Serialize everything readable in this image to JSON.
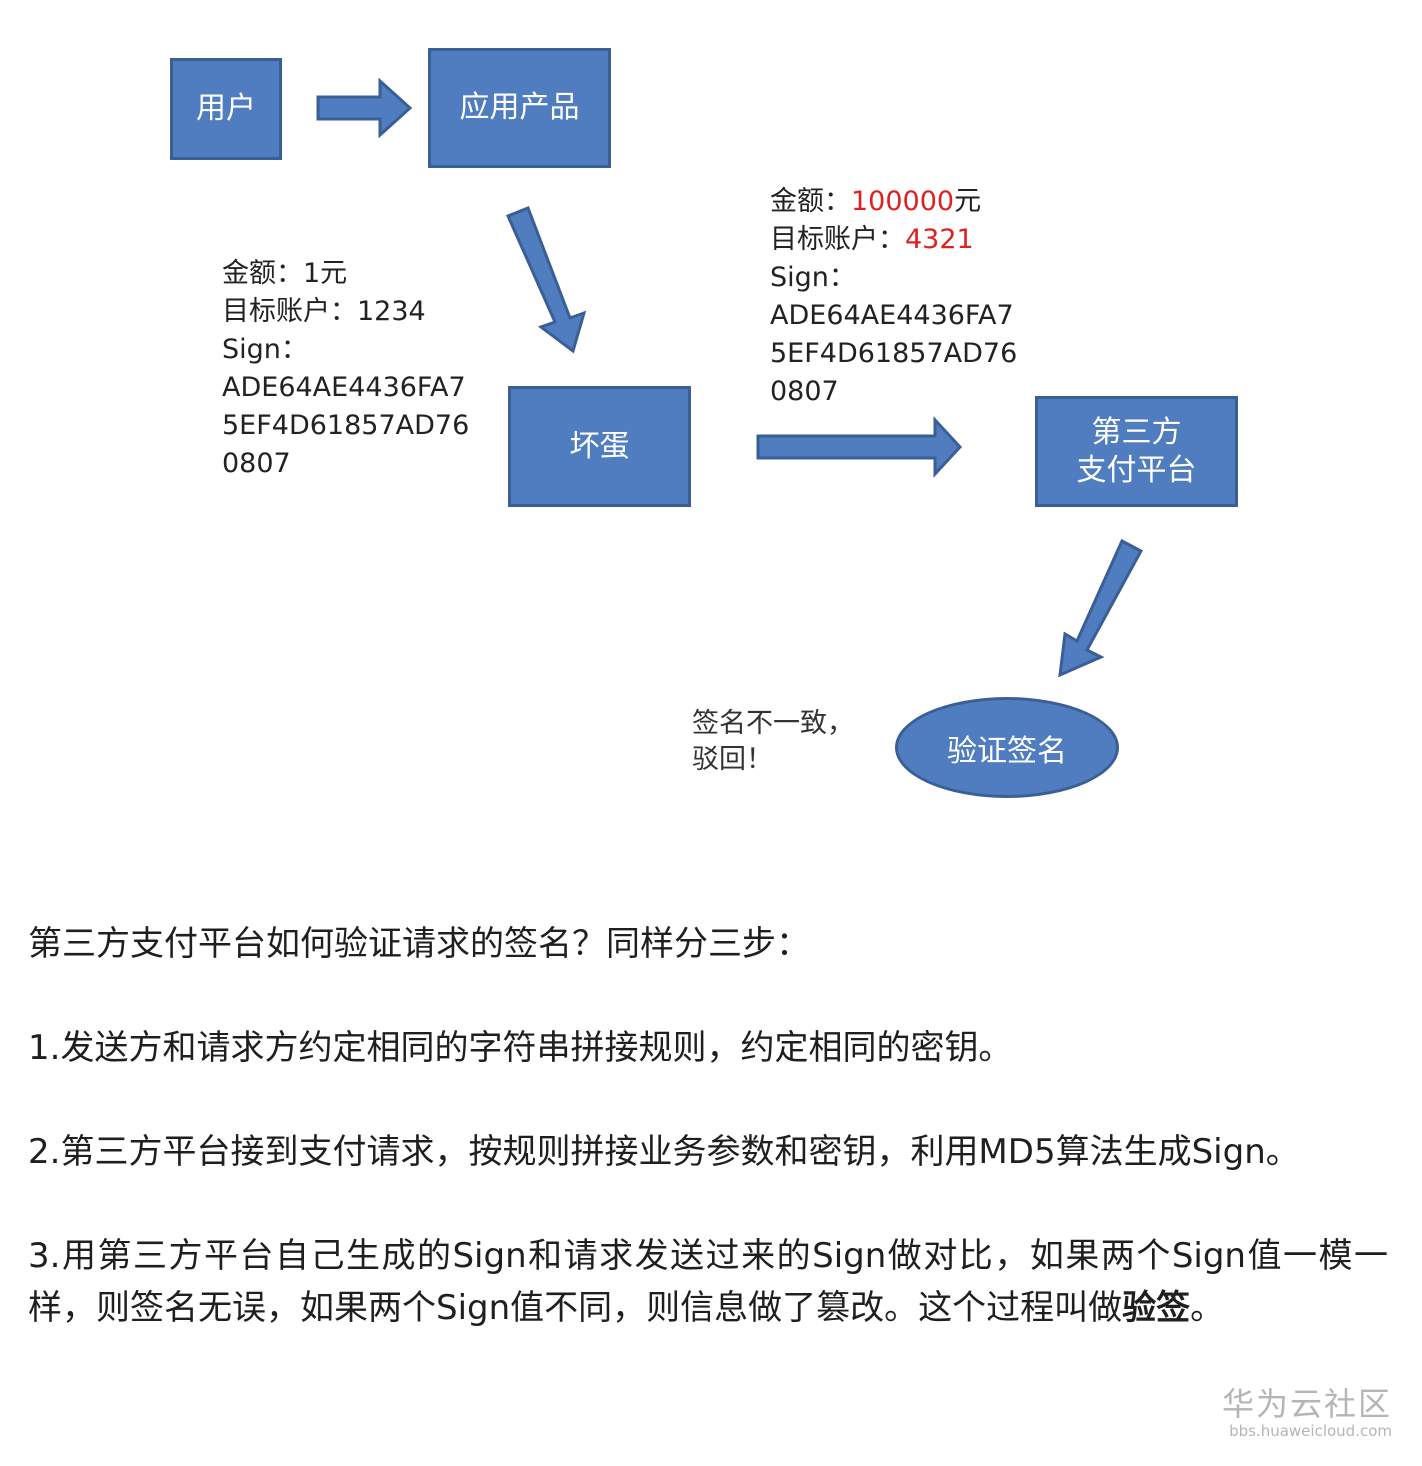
{
  "diagram": {
    "nodes": {
      "user": "用户",
      "app": "应用产品",
      "attacker": "坏蛋",
      "platform_line1": "第三方",
      "platform_line2": "支付平台",
      "verify": "验证签名"
    },
    "original_request": {
      "amount_label": "金额：",
      "amount_value": "1元",
      "account_label": "目标账户：",
      "account_value": "1234",
      "sign_label": "Sign：",
      "sign_line1": "ADE64AE4436FA7",
      "sign_line2": "5EF4D61857AD76",
      "sign_line3": "0807"
    },
    "tampered_request": {
      "amount_label": "金额：",
      "amount_value": "100000",
      "amount_unit": "元",
      "account_label": "目标账户：",
      "account_value": "4321",
      "sign_label": "Sign：",
      "sign_line1": "ADE64AE4436FA7",
      "sign_line2": "5EF4D61857AD76",
      "sign_line3": "0807"
    },
    "reject_line1": "签名不一致，",
    "reject_line2": "驳回！",
    "colors": {
      "box_fill": "#4f7dbf",
      "box_border": "#3a5f96",
      "highlight": "#e02020"
    }
  },
  "article": {
    "intro": "第三方支付平台如何验证请求的签名？同样分三步：",
    "step1": "1.发送方和请求方约定相同的字符串拼接规则，约定相同的密钥。",
    "step2": "2.第三方平台接到支付请求，按规则拼接业务参数和密钥，利用MD5算法生成Sign。",
    "step3": "3.用第三方平台自己生成的Sign和请求发送过来的Sign做对比，如果两个Sign值一模一样，则签名无误，如果两个Sign值不同，则信息做了篡改。这个过程叫做",
    "step3_bold": "验签",
    "step3_end": "。"
  },
  "watermark": {
    "main": "华为云社区",
    "sub": "bbs.huaweicloud.com"
  }
}
